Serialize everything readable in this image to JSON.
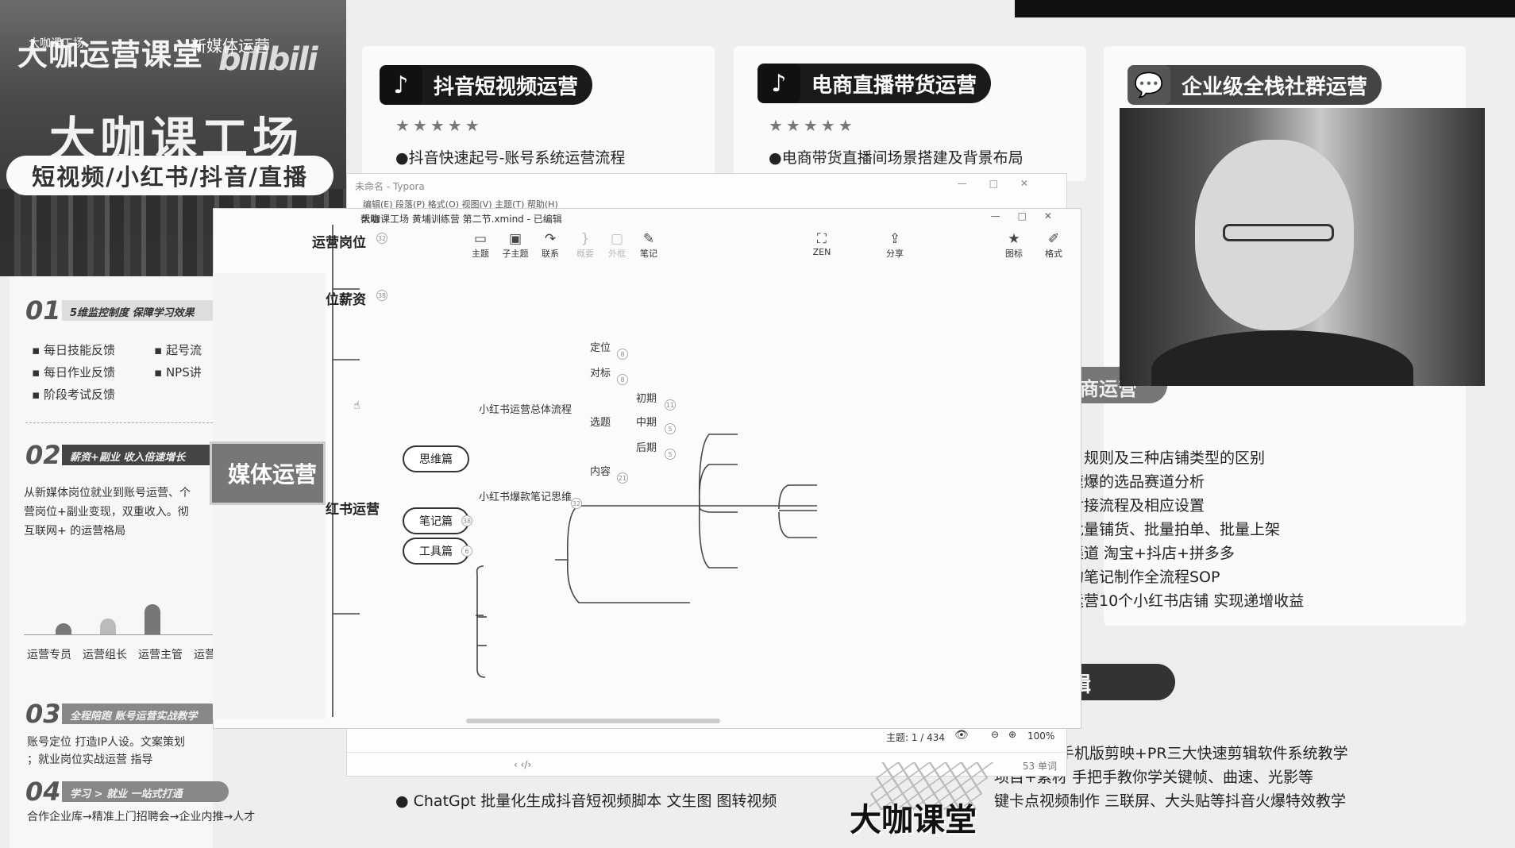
{
  "brand": {
    "logo": "大咖运营课堂",
    "logo_small": "大咖课工场",
    "subtitle": "新媒体运营",
    "bili": "bilibili",
    "big_title": "大咖课工场",
    "pill": "短视频/小红书/抖音/直播"
  },
  "left_sections": {
    "s1_num": "01",
    "s1_title": "5维监控制度 保障学习效果",
    "s1_items": [
      "每日技能反馈",
      "每日作业反馈",
      "阶段考试反馈",
      "起号流",
      "NPS讲"
    ],
    "s2_num": "02",
    "s2_title": "薪资+副业 收入倍速增长",
    "s2_text": [
      "从新媒体岗位就业到账号运营、个",
      "营岗位+副业变现，双重收入。彻",
      "互联网+ 的运营格局"
    ],
    "chart_labels": [
      "运营专员",
      "运营组长",
      "运营主管",
      "运营"
    ],
    "s3_num": "03",
    "s3_title": "全程陪跑 账号运营实战教学",
    "s3_text": [
      "账号定位 打造IP人设。文案策划",
      "；就业岗位实战运营 指导"
    ],
    "s4_num": "04",
    "s4_title": "学习 > 就业 一站式打通",
    "s4_text": "合作企业库→精准上门招聘会→企业内推→人才"
  },
  "cards": {
    "douyin_title": "抖音短视频运营",
    "douyin_bullet": "●抖音快速起号-账号系统运营流程",
    "ecom_title": "电商直播带货运营",
    "ecom_bullet": "●电商带货直播间场景搭建及背景布局",
    "wechat_title": "企业级全栈社群运营",
    "stars": "★★★★★"
  },
  "right_lines": [
    "、规则及三种店铺类型的区别",
    "速爆的选品赛道分析",
    "对接流程及相应设置",
    "批量铺货、批量拍单、批量上架",
    "渠道 淘宝+抖店+拼多多",
    "的笔记制作全流程SOP",
    "运营10个小红书店铺 实现递增收益"
  ],
  "right_partial": {
    "shang": "商运营",
    "ji": "辑"
  },
  "bottom_lines": [
    "手机版剪映+PR三大快速剪辑软件系统教学",
    "项目+素材 手把手教你学关键帧、曲速、光影等",
    "键卡点视频制作 三联屏、大头贴等抖音火爆特效教学"
  ],
  "chatgpt_line": "● ChatGpt 批量化生成抖音短视频脚本 文生图 图转视频",
  "logo2": "大咖课堂",
  "typora": {
    "title": "未命名 - Typora",
    "menu": "编辑(E)  段落(P)  格式(O)  视图(V)  主题(T)  帮助(H)",
    "words": "53 单词"
  },
  "xmind": {
    "title": "大咖课工场 黄埔训练营 第二节.xmind - 已编辑",
    "help": "帮助",
    "tools": [
      "主题",
      "子主题",
      "联系",
      "概要",
      "外框",
      "笔记",
      "ZEN",
      "分享",
      "图标",
      "格式"
    ],
    "nodes": {
      "n1": "运营岗位",
      "n1c": "32",
      "n2": "岗位薪资",
      "n2c": "38",
      "media": "媒体运营",
      "n3": "小红书运营",
      "thinking": "思维篇",
      "notes": "笔记篇",
      "notes_c": "38",
      "tools": "工具篇",
      "tools_c": "6",
      "flow": "小红书运营总体流程",
      "explosive": "小红书爆款笔记思维",
      "explosive_c": "32",
      "pos": "定位",
      "pos_c": "8",
      "bench": "对标",
      "bench_c": "8",
      "topic": "选题",
      "content": "内容",
      "content_c": "21",
      "early": "初期",
      "early_c": "11",
      "mid": "中期",
      "mid_c": "5",
      "late": "后期",
      "late_c": "5"
    },
    "status_topic": "主题: 1 / 434",
    "zoom": "100%"
  }
}
